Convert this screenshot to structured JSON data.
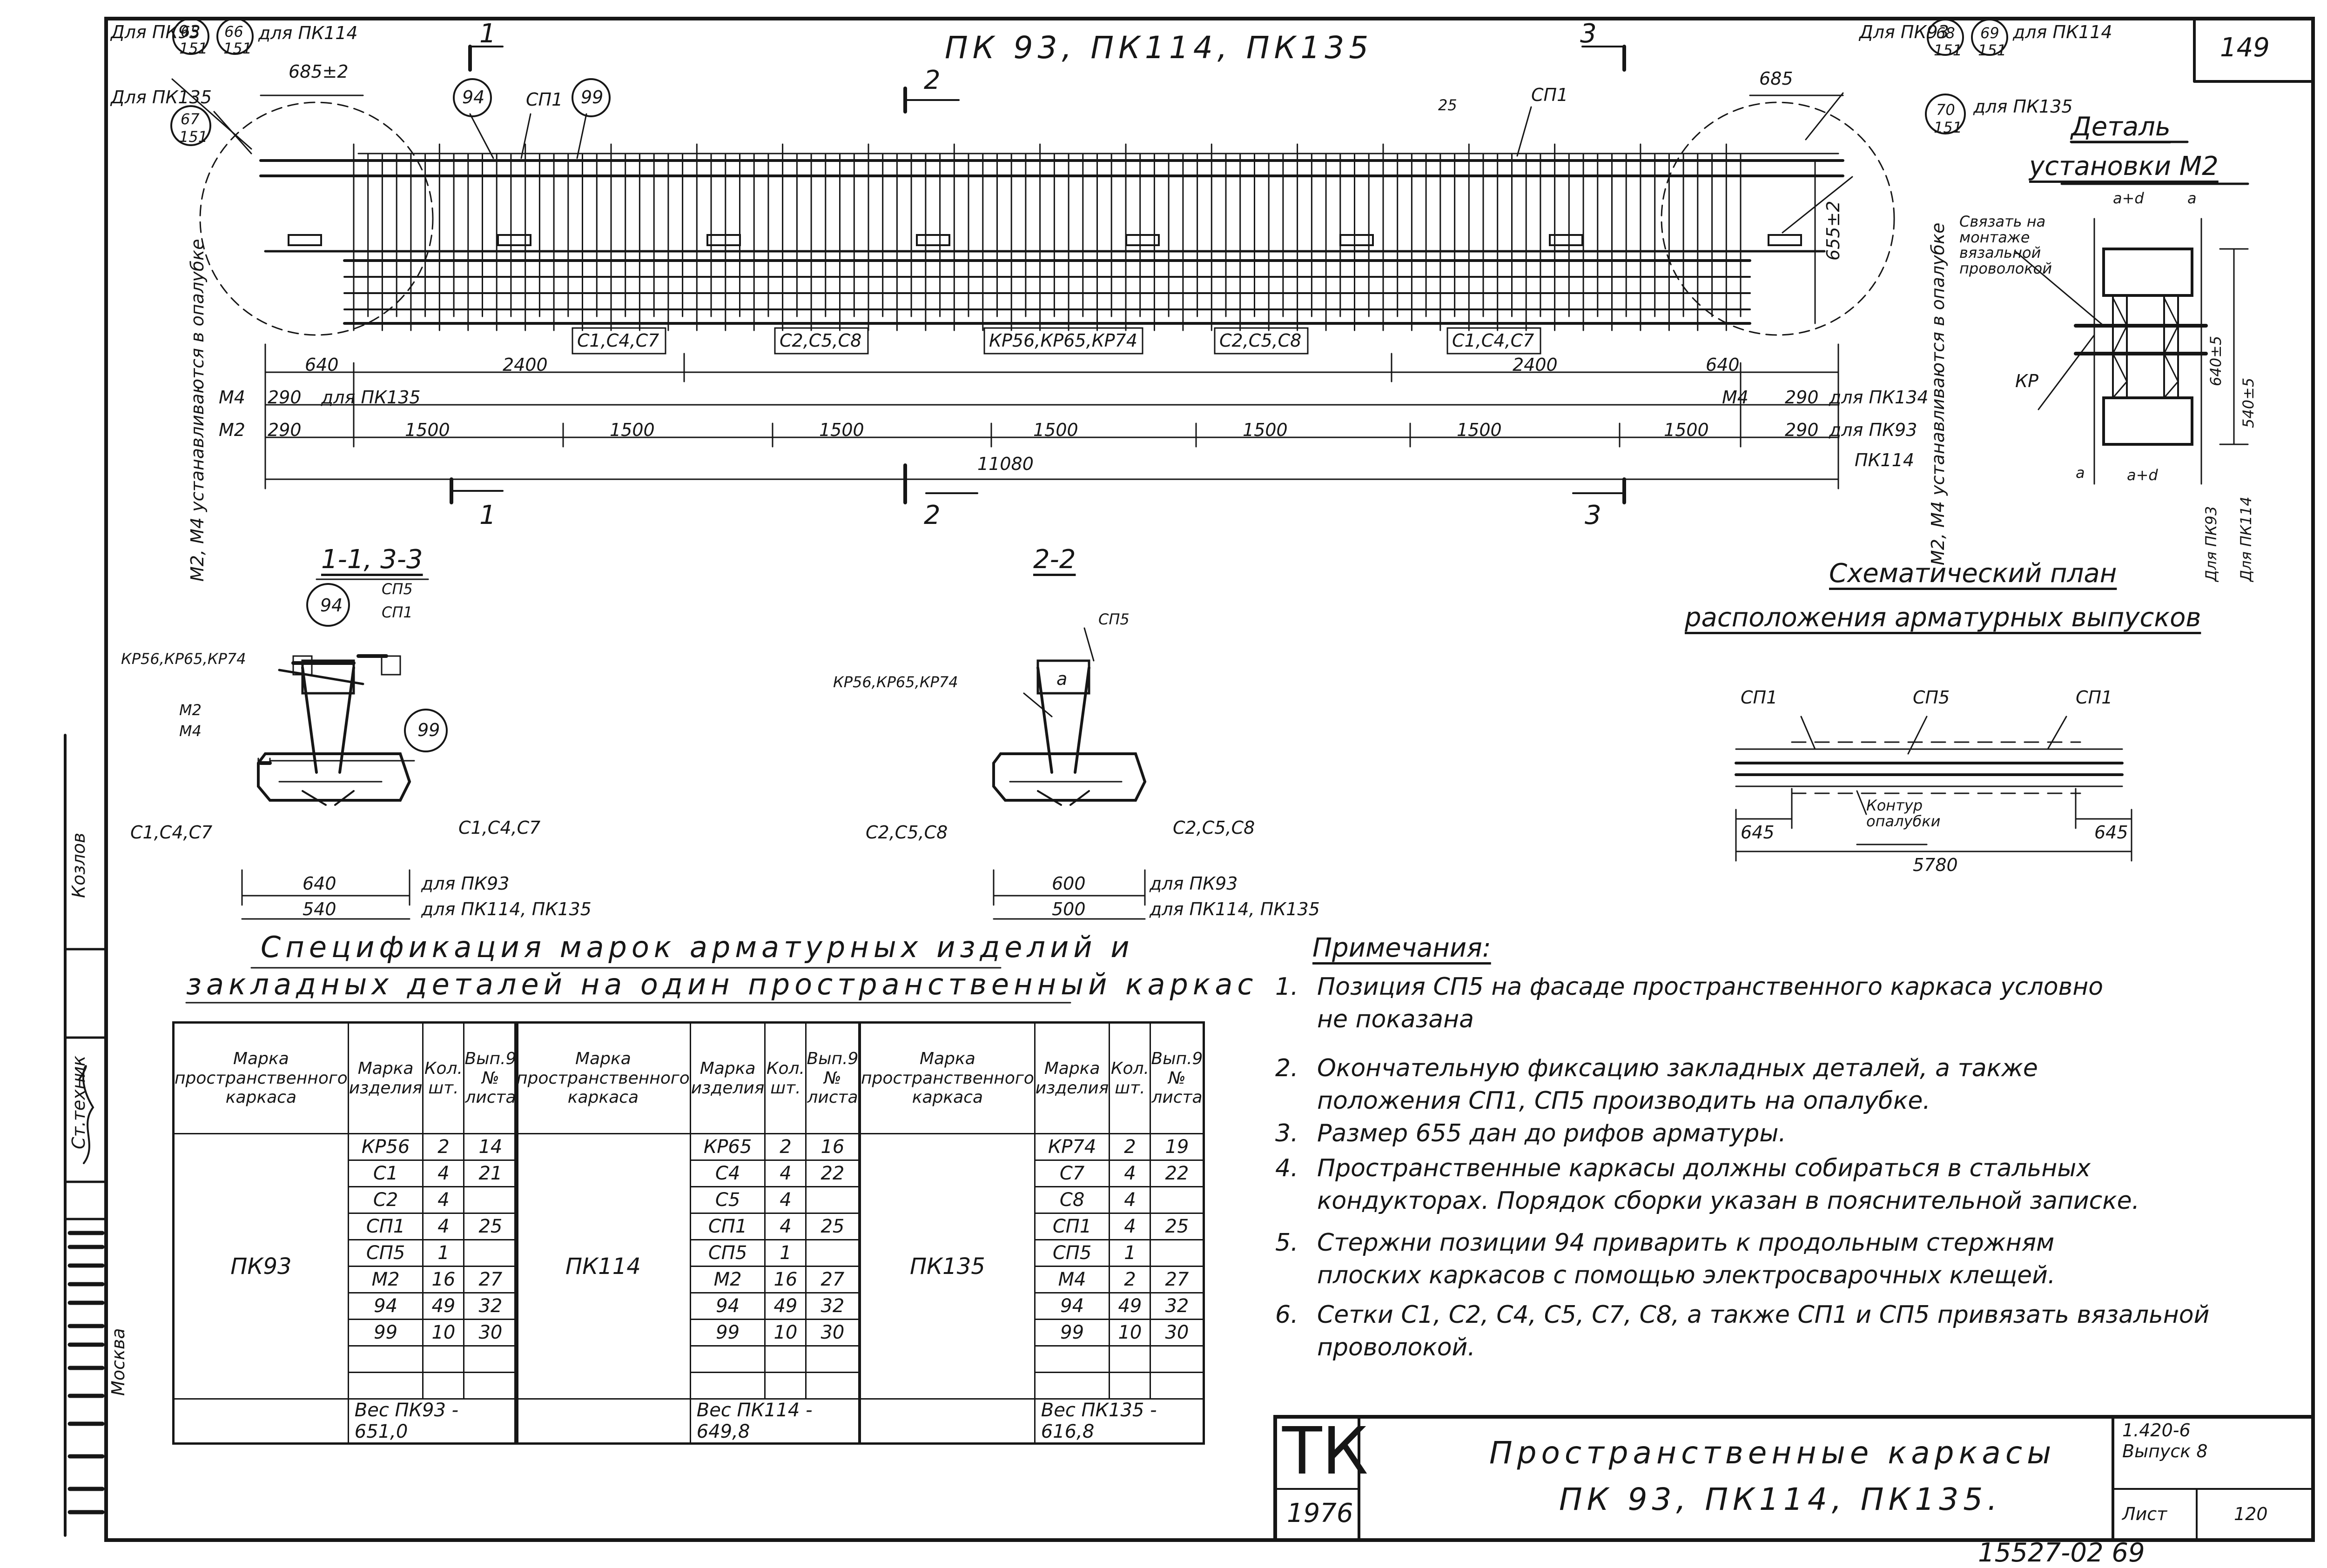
{
  "sheet": {
    "sheet_no": "149",
    "bottom_code": "15527-02   69"
  },
  "facade": {
    "title": "ПК 93, ПК114, ПК135",
    "cut1": "1",
    "cut2": "2",
    "cut3": "3",
    "ref_left_top": "Для ПК93",
    "ref_left_top_c1_num": "65",
    "ref_left_top_c1_den": "151",
    "ref_left_top_c2_num": "66",
    "ref_left_top_c2_den": "151",
    "ref_left_top_for": "для ПК114",
    "ref_left_top_dim": "685±2",
    "ref_left_mid": "Для ПК135",
    "ref_left_mid_c_num": "67",
    "ref_left_mid_c_den": "151",
    "ref_right_top": "Для ПК93",
    "ref_right_c1_num": "68",
    "ref_right_c1_den": "151",
    "ref_right_c2_num": "69",
    "ref_right_c2_den": "151",
    "ref_right_for": "для ПК114",
    "ref_right_c3_num": "70",
    "ref_right_c3_den": "151",
    "ref_right_for2": "для ПК135",
    "dim_685": "685",
    "dim_25": "25",
    "dim_655": "655±2",
    "pos_94": "94",
    "pos_99": "99",
    "sp1_a": "СП1",
    "sp1_b": "СП1",
    "label_c147_a": "С1,С4,С7",
    "label_c258_a": "С2,С5,С8",
    "label_kr": "КР56,КР65,КР74",
    "label_c258_b": "С2,С5,С8",
    "label_c147_b": "С1,С4,С7",
    "dim_640_l": "640",
    "dim_2400_l": "2400",
    "dim_2400_r": "2400",
    "dim_640_r": "640",
    "m4_l": "М4",
    "dim_290_m4l": "290",
    "m4_for_l": "для ПК135",
    "m2_l": "М2",
    "dim_290_m2l": "290",
    "m4_r": "М4",
    "dim_290_m4r": "290",
    "m4_for_r": "для ПК134",
    "dim_290_m2r": "290",
    "m2_for_r": "для ПК93",
    "pk114_r": "ПК114",
    "spans": [
      "1500",
      "1500",
      "1500",
      "1500",
      "1500",
      "1500",
      "1500"
    ],
    "dim_total": "11080",
    "vert_left": "М2, М4 устанавливаются в опалубке",
    "vert_right": "М2, М4 устанавливаются в опалубке"
  },
  "detail": {
    "title1": "Деталь",
    "title2": "установки М2",
    "note": "Связать на монтаже вязальной проволокой",
    "a_plus_d": "a+d",
    "a": "a",
    "kr": "КР",
    "dim_640": "640±5",
    "dim_540": "540±5",
    "a_bottom": "a",
    "a_plus_d_bottom": "a+d",
    "for_pk93": "Для ПК93",
    "for_pk114": "Для ПК114"
  },
  "section13": {
    "title": "1-1, 3-3",
    "pos_94": "94",
    "sp5": "СП5",
    "sp1": "СП1",
    "kr": "КР56,КР65,КР74",
    "m2": "М2",
    "m4": "М4",
    "pos_99": "99",
    "c_left": "С1,С4,С7",
    "c_right": "С1,С4,С7",
    "dim_640": "640",
    "for_640": "для ПК93",
    "dim_540": "540",
    "for_540": "для ПК114, ПК135"
  },
  "section22": {
    "title": "2-2",
    "sp5": "СП5",
    "kr": "КР56,КР65,КР74",
    "a": "а",
    "c_left": "С2,С5,С8",
    "c_right": "С2,С5,С8",
    "dim_600": "600",
    "for_600": "для ПК93",
    "dim_500": "500",
    "for_500": "для ПК114, ПК135"
  },
  "plan": {
    "title1": "Схематический план",
    "title2": "расположения арматурных выпусков",
    "sp1_l": "СП1",
    "sp5": "СП5",
    "sp1_r": "СП1",
    "contour": "Контур опалубки",
    "dim_645_l": "645",
    "dim_645_r": "645",
    "dim_5780": "5780"
  },
  "spec": {
    "title1": "Спецификация марок арматурных изделий и",
    "title2": "закладных деталей на один пространственный каркас",
    "head_frame": "Марка пространственного каркаса",
    "head_mark": "Марка изделия",
    "head_qty": "Кол. шт.",
    "head_sheet": "Вып.9 № листа",
    "tables": [
      {
        "frame": "ПК93",
        "weight": "Вес ПК93 - 651,0",
        "rows": [
          [
            "КР56",
            "2",
            "14"
          ],
          [
            "С1",
            "4",
            "21"
          ],
          [
            "С2",
            "4",
            ""
          ],
          [
            "СП1",
            "4",
            "25"
          ],
          [
            "СП5",
            "1",
            ""
          ],
          [
            "М2",
            "16",
            "27"
          ],
          [
            "94",
            "49",
            "32"
          ],
          [
            "99",
            "10",
            "30"
          ],
          [
            "",
            "",
            ""
          ],
          [
            "",
            "",
            ""
          ]
        ]
      },
      {
        "frame": "ПК114",
        "weight": "Вес ПК114 - 649,8",
        "rows": [
          [
            "КР65",
            "2",
            "16"
          ],
          [
            "С4",
            "4",
            "22"
          ],
          [
            "С5",
            "4",
            ""
          ],
          [
            "СП1",
            "4",
            "25"
          ],
          [
            "СП5",
            "1",
            ""
          ],
          [
            "М2",
            "16",
            "27"
          ],
          [
            "94",
            "49",
            "32"
          ],
          [
            "99",
            "10",
            "30"
          ],
          [
            "",
            "",
            ""
          ],
          [
            "",
            "",
            ""
          ]
        ]
      },
      {
        "frame": "ПК135",
        "weight": "Вес ПК135 - 616,8",
        "rows": [
          [
            "КР74",
            "2",
            "19"
          ],
          [
            "С7",
            "4",
            "22"
          ],
          [
            "С8",
            "4",
            ""
          ],
          [
            "СП1",
            "4",
            "25"
          ],
          [
            "СП5",
            "1",
            ""
          ],
          [
            "М4",
            "2",
            "27"
          ],
          [
            "94",
            "49",
            "32"
          ],
          [
            "99",
            "10",
            "30"
          ],
          [
            "",
            "",
            ""
          ],
          [
            "",
            "",
            ""
          ]
        ]
      }
    ]
  },
  "notes": {
    "title": "Примечания:",
    "items": [
      {
        "n": "1.",
        "lines": [
          "Позиция СП5 на фасаде пространственного каркаса условно",
          "не показана"
        ]
      },
      {
        "n": "2.",
        "lines": [
          "Окончательную фиксацию закладных деталей, а также",
          "положения СП1, СП5 производить на опалубке."
        ]
      },
      {
        "n": "3.",
        "lines": [
          "Размер 655 дан до рифов арматуры."
        ]
      },
      {
        "n": "4.",
        "lines": [
          "Пространственные каркасы должны собираться в стальных",
          "кондукторах. Порядок сборки указан в пояснительной записке."
        ]
      },
      {
        "n": "5.",
        "lines": [
          "Стержни позиции 94 приварить к продольным стержням",
          "плоских каркасов с помощью электросварочных клещей."
        ]
      },
      {
        "n": "6.",
        "lines": [
          "Сетки С1, С2, С4, С5, С7, С8, а также СП1 и СП5 привязать вязальной",
          "проволокой."
        ]
      }
    ]
  },
  "stamp": {
    "logo": "ТК",
    "year": "1976",
    "title1": "Пространственные каркасы",
    "title2": "ПК 93, ПК114, ПК135.",
    "series": "1.420-6",
    "issue": "Выпуск 8",
    "sheet_label": "Лист",
    "sheet_value": "120"
  },
  "side": {
    "kozlov": "Козлов",
    "role": "Ст.техник",
    "city": "Москва"
  }
}
